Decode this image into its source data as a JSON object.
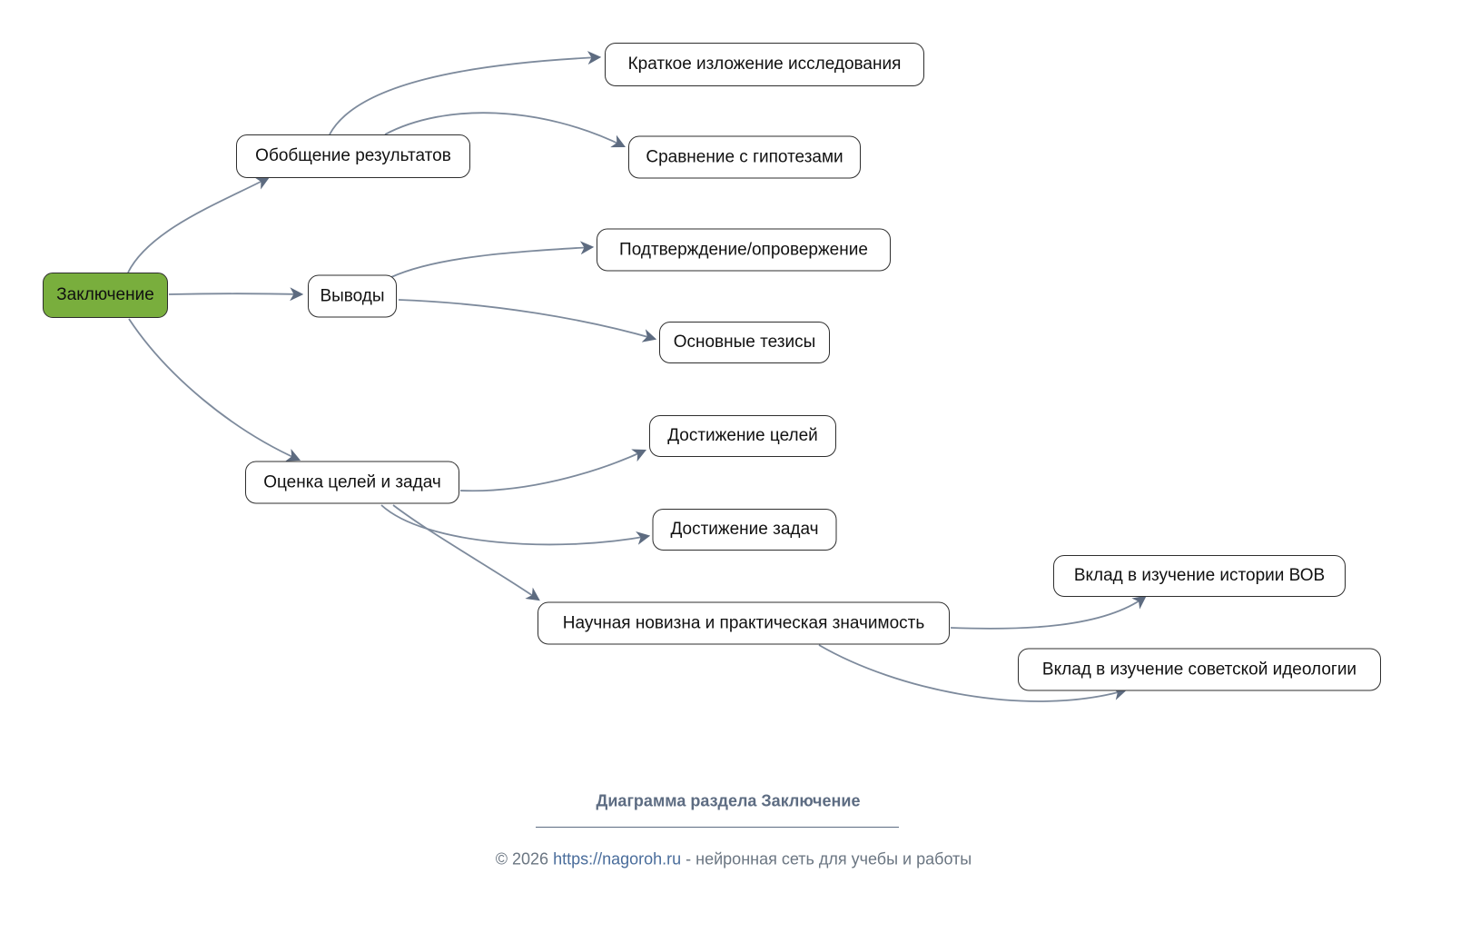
{
  "page": {
    "background": "#ffffff"
  },
  "mindmap": {
    "root": {
      "label": "Заключение"
    },
    "nodes": [
      {
        "label": "Обобщение результатов",
        "parent": "Заключение"
      },
      {
        "label": "Краткое изложение исследования",
        "parent": "Обобщение результатов"
      },
      {
        "label": "Сравнение с гипотезами",
        "parent": "Обобщение результатов"
      },
      {
        "label": "Выводы",
        "parent": "Заключение"
      },
      {
        "label": "Подтверждение/опровержение",
        "parent": "Выводы"
      },
      {
        "label": "Основные тезисы",
        "parent": "Выводы"
      },
      {
        "label": "Оценка целей и задач",
        "parent": "Заключение"
      },
      {
        "label": "Достижение целей",
        "parent": "Оценка целей и задач"
      },
      {
        "label": "Достижение задач",
        "parent": "Оценка целей и задач"
      },
      {
        "label": "Научная новизна и практическая значимость",
        "parent": "Оценка целей и задач"
      },
      {
        "label": "Вклад в изучение истории ВОВ",
        "parent": "Научная новизна и практическая значимость"
      },
      {
        "label": "Вклад в изучение советской идеологии",
        "parent": "Научная новизна и практическая значимость"
      }
    ]
  },
  "footer": {
    "title": "Диаграмма раздела Заключение",
    "copyright_prefix": "© 2026 ",
    "link": "https://nagoroh.ru",
    "copyright_suffix": " - нейронная сеть для учебы и работы"
  },
  "colors": {
    "root_fill": "#79ae3d",
    "node_border": "#2e2e2e",
    "edge": "#7d8a9c",
    "arrowhead": "#5d6b80",
    "footer_title": "#5d6c82",
    "footer_text": "#6b7682",
    "link": "#4a6d9b"
  }
}
